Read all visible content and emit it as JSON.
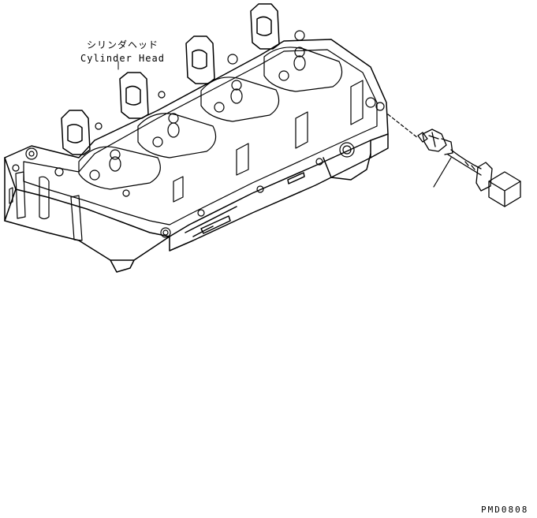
{
  "diagram": {
    "part_label_jp": "シリンダヘッド",
    "part_label_en": "Cylinder Head",
    "drawing_code": "PMD0808"
  }
}
